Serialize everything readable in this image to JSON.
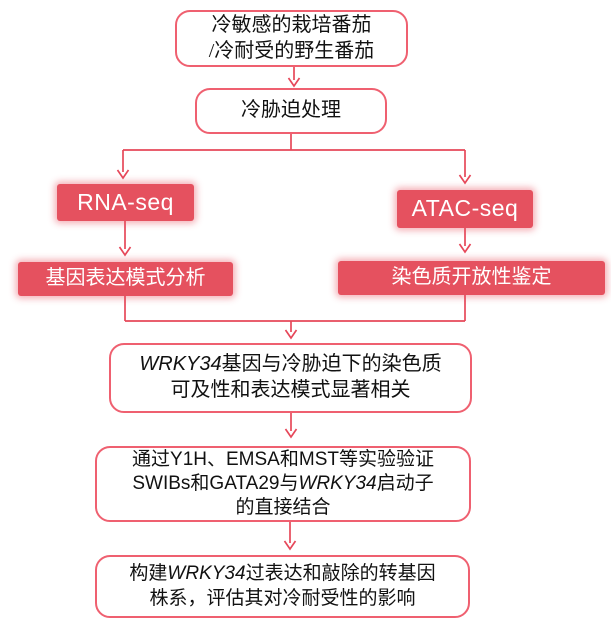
{
  "colors": {
    "outline_border": "#ef6070",
    "filled_bg": "#e5515f",
    "glow": "rgba(230, 80, 95, 0.45)",
    "line": "#e6485a",
    "text": "#111111",
    "text_on_fill": "#ffffff"
  },
  "nodes": {
    "source": {
      "lines": [
        [
          "冷敏感的栽培番茄"
        ],
        [
          "/冷耐受的野生番茄"
        ]
      ]
    },
    "treatment": {
      "lines": [
        [
          "冷胁迫处理"
        ]
      ]
    },
    "rnaseq": {
      "label": "RNA-seq"
    },
    "atacseq": {
      "label": "ATAC-seq"
    },
    "gene_expression": {
      "label": "基因表达模式分析"
    },
    "chromatin": {
      "label": "染色质开放性鉴定"
    },
    "wrky_correlation": {
      "lines": [
        [
          {
            "t": "WRKY34",
            "s": "em"
          },
          "基因与冷胁迫下的染色质"
        ],
        [
          "可及性和表达模式显著相关"
        ]
      ]
    },
    "validation": {
      "lines": [
        [
          "通过",
          {
            "t": "Y1H",
            "s": "lat"
          },
          "、",
          {
            "t": "EMSA",
            "s": "lat"
          },
          "和",
          {
            "t": "MST",
            "s": "lat"
          },
          "等实验验证"
        ],
        [
          {
            "t": "SWIBs",
            "s": "lat"
          },
          "和",
          {
            "t": "GATA29",
            "s": "lat"
          },
          "与",
          {
            "t": "WRKY34",
            "s": "em"
          },
          "启动子"
        ],
        [
          "的直接结合"
        ]
      ]
    },
    "transgenic": {
      "lines": [
        [
          "构建",
          {
            "t": "WRKY34",
            "s": "em"
          },
          "过表达和敲除的转基因"
        ],
        [
          "株系，评估其对冷耐受性的影响"
        ]
      ]
    }
  }
}
